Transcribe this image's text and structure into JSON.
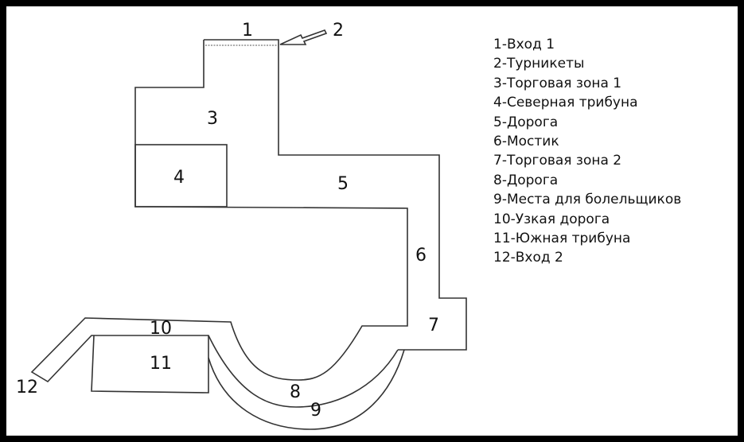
{
  "labels": [
    "1",
    "2",
    "3",
    "4",
    "5",
    "6",
    "7",
    "8",
    "9",
    "10",
    "11",
    "12"
  ],
  "legend": [
    "1-Вход 1",
    "2-Турникеты",
    "3-Торговая зона 1",
    "4-Северная трибуна",
    "5-Дорога",
    "6-Мостик",
    "7-Торговая зона 2",
    "8-Дорога",
    "9-Места для болельщиков",
    "10-Узкая дорога",
    "11-Южная трибуна",
    "12-Вход 2"
  ]
}
